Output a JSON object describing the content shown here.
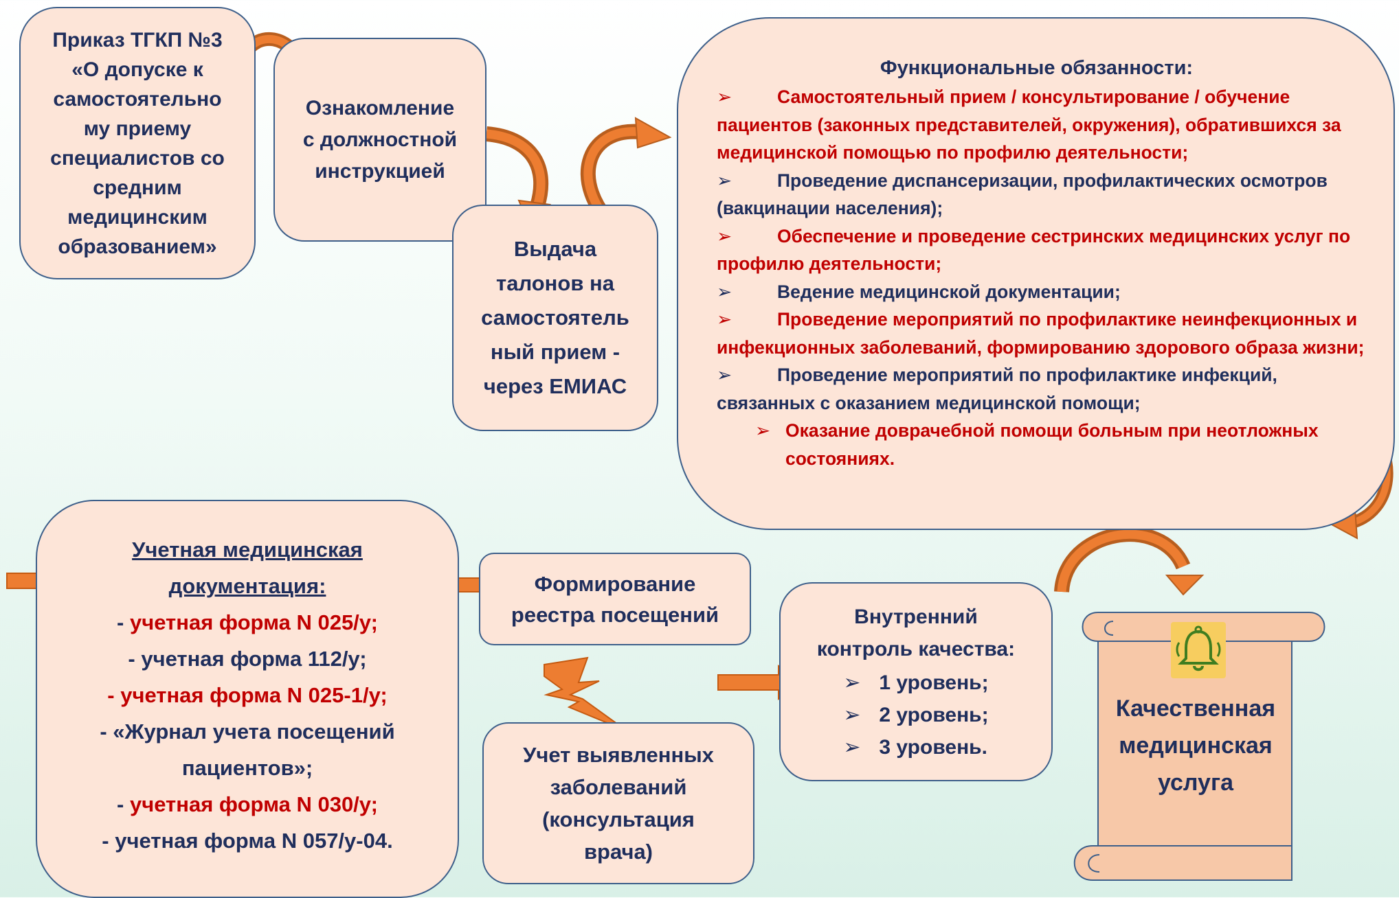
{
  "diagram": {
    "nodes": {
      "order": {
        "lines": [
          "Приказ ТГКП №3",
          "«О допуске к самостоятельно му приему специалистов со средним медицинским образованием»"
        ]
      },
      "familiarization": {
        "lines": [
          "Ознакомление",
          "с должностной",
          "инструкцией"
        ]
      },
      "tickets": {
        "lines": [
          "Выдача талонов на самостоятель ный прием - через ЕМИАС"
        ]
      },
      "duties": {
        "title": "Функциональные обязанности:",
        "items": [
          "Самостоятельный прием / консультирование / обучение пациентов (законных представителей, окружения), обратившихся за медицинской помощью по профилю деятельности;",
          "Проведение диспансеризации, профилактических осмотров (вакцинации населения);",
          "Обеспечение и проведение сестринских медицинских услуг по профилю деятельности;",
          "Ведение медицинской документации;",
          "Проведение мероприятий по профилактике неинфекционных и инфекционных заболеваний, формированию здорового образа жизни;",
          "Проведение мероприятий по профилактике инфекций, связанных с оказанием медицинской помощи;",
          "Оказание доврачебной помощи больным при неотложных состояниях."
        ]
      },
      "documentation": {
        "title_line1": "Учетная медицинская",
        "title_line2": "документация:",
        "items": [
          {
            "prefix": "- ",
            "text": "учетная форма N 025/у;"
          },
          {
            "prefix": "- ",
            "text": "учетная форма 112/у;"
          },
          {
            "prefix": "- ",
            "text": "учетная форма N 025-1/у;"
          },
          {
            "prefix": "- ",
            "text": "«Журнал учета посещений"
          },
          {
            "prefix": "",
            "text": "пациентов»;"
          },
          {
            "prefix": "- ",
            "text": "учетная форма N 030/у;"
          },
          {
            "prefix": "- ",
            "text": "учетная форма N 057/у-04."
          }
        ]
      },
      "registry": {
        "lines": [
          "Формирование",
          "реестра посещений"
        ]
      },
      "diseases": {
        "lines": [
          "Учет выявленных",
          "заболеваний",
          "(консультация",
          "врача)"
        ]
      },
      "control": {
        "title_line1": "Внутренний",
        "title_line2": "контроль качества:",
        "levels": [
          "1 уровень;",
          "2 уровень;",
          "3 уровень."
        ]
      },
      "outcome": {
        "lines": [
          "Качественная",
          "медицинская",
          "услуга"
        ]
      }
    },
    "marker": "➢",
    "icons": [
      "curved-arrow-icon",
      "straight-arrow-icon",
      "lightning-icon",
      "scroll-icon",
      "bell-icon"
    ],
    "colors": {
      "box_fill": "#fde5d8",
      "box_border": "#3d5f8a",
      "text_navy": "#1f2e5c",
      "text_red": "#c00000",
      "arrow_orange": "#ed7d31",
      "arrow_dark": "#b85e1e",
      "scroll_fill": "#f7c8a8",
      "bell_bg": "#f7cd5f",
      "bell_green": "#3f7d20"
    }
  }
}
